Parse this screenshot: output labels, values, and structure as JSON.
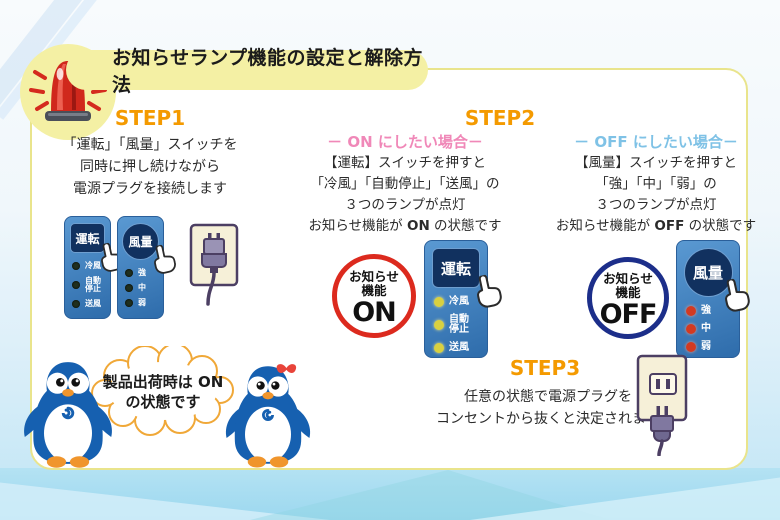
{
  "header": {
    "title": "お知らせランプ機能の設定と解除方法"
  },
  "steps": {
    "step1": {
      "label": "STEP1",
      "lines": [
        "「運転」「風量」スイッチを",
        "同時に押し続けながら",
        "電源プラグを接続します"
      ],
      "power_panel": {
        "button": "運転",
        "lamps": [
          "冷風",
          "自動\n停止",
          "送風"
        ]
      },
      "fan_panel": {
        "button": "風量",
        "lamps": [
          "強",
          "中",
          "弱"
        ]
      }
    },
    "step2": {
      "label": "STEP2",
      "on_case": {
        "header": "－ ON にしたい場合－",
        "lines": [
          "【運転】スイッチを押すと",
          "「冷風」「自動停止」「送風」の",
          "３つのランプが点灯"
        ],
        "status_pre": "お知らせ機能が ",
        "status_bold": "ON",
        "status_post": " の状態です",
        "badge": {
          "line1": "お知らせ",
          "line2": "機能",
          "value": "ON"
        },
        "panel": {
          "button": "運転",
          "lamps": [
            "冷風",
            "自動\n停止",
            "送風"
          ]
        }
      },
      "off_case": {
        "header": "－ OFF にしたい場合－",
        "lines": [
          "【風量】スイッチを押すと",
          "「強」「中」「弱」の",
          "３つのランプが点灯"
        ],
        "status_pre": "お知らせ機能が ",
        "status_bold": "OFF",
        "status_post": " の状態です",
        "badge": {
          "line1": "お知らせ",
          "line2": "機能",
          "value": "OFF"
        },
        "panel": {
          "button": "風量",
          "lamps": [
            "強",
            "中",
            "弱"
          ]
        }
      }
    },
    "step3": {
      "label": "STEP3",
      "lines": [
        "任意の状態で電源プラグを",
        "コンセントから抜くと決定されます"
      ]
    }
  },
  "note": {
    "line1": "製品出荷時は",
    "line2": "ONの状態です"
  },
  "colors": {
    "step_orange": "#f49a00",
    "on_pink": "#f088b8",
    "off_blue": "#7fc2e6",
    "badge_red": "#dc2a1e",
    "badge_navy": "#1c2e8a",
    "panel_blue": "#3f80c0",
    "banner_yellow": "#f4f0a4"
  }
}
